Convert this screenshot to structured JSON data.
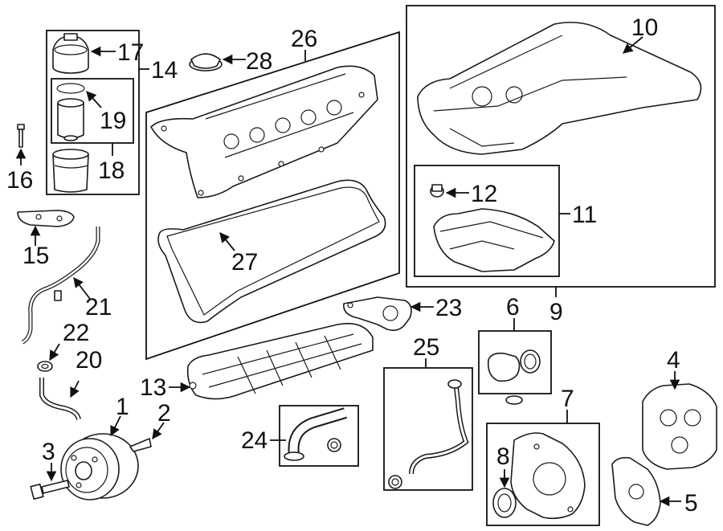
{
  "labels": {
    "l1": "1",
    "l2": "2",
    "l3": "3",
    "l4": "4",
    "l5": "5",
    "l6": "6",
    "l7": "7",
    "l8": "8",
    "l9": "9",
    "l10": "10",
    "l11": "11",
    "l12": "12",
    "l13": "13",
    "l14": "14",
    "l15": "15",
    "l16": "16",
    "l17": "17",
    "l18": "18",
    "l19": "19",
    "l20": "20",
    "l21": "21",
    "l22": "22",
    "l23": "23",
    "l24": "24",
    "l25": "25",
    "l26": "26",
    "l27": "27",
    "l28": "28"
  },
  "colors": {
    "line": "#1a1a1a",
    "background": "#ffffff"
  }
}
